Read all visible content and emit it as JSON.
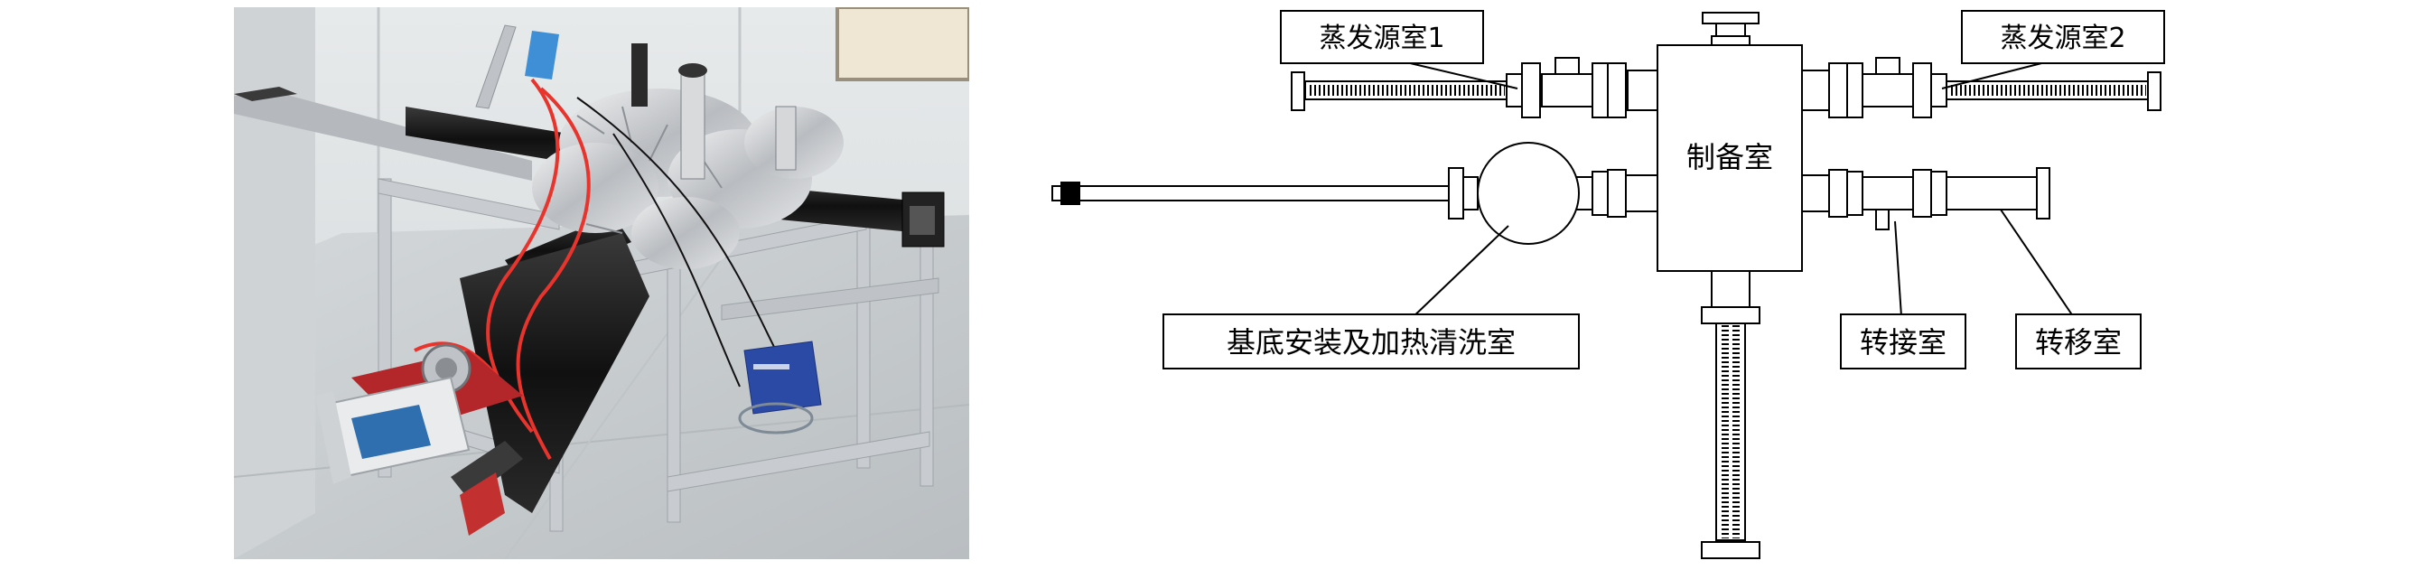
{
  "figure": {
    "photo": {
      "icon": "apparatus-photo",
      "colors": {
        "wall": "#dfe3e4",
        "floor": "#c9ced0",
        "frame": "#c8ccd0",
        "foil": "#d9dcdf",
        "chamber": "#1b1b1b",
        "wire": "#e8342c",
        "pump": "#2b4aa6",
        "screen": "#2f6fb0"
      }
    },
    "schematic": {
      "labels": {
        "evap1": "蒸发源室1",
        "evap2": "蒸发源室2",
        "prep": "制备室",
        "substrate": "基底安装及加热清洗室",
        "adapter": "转接室",
        "transfer": "转移室"
      },
      "colors": {
        "line": "#000000",
        "fill": "#ffffff"
      }
    }
  }
}
